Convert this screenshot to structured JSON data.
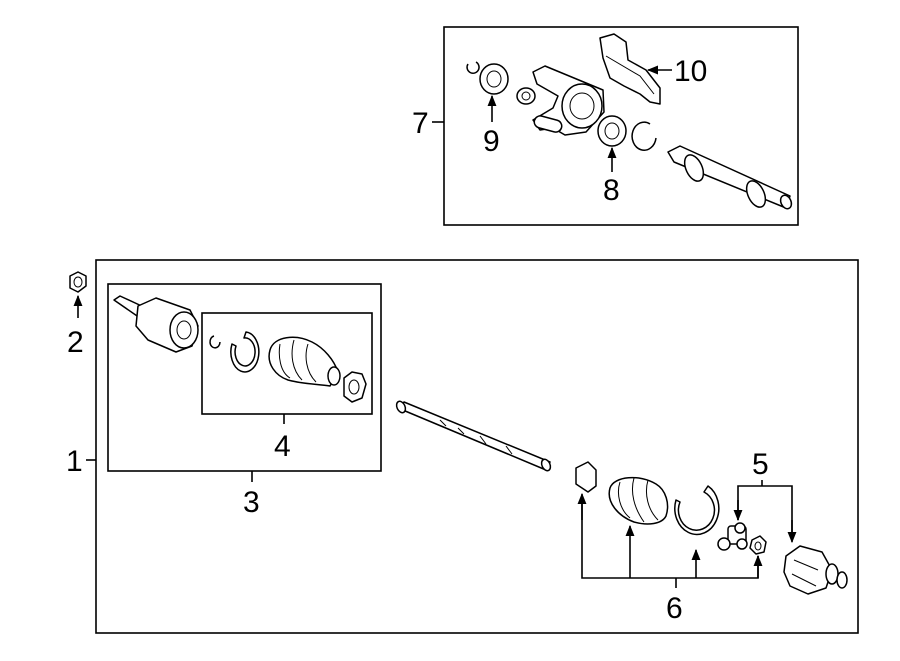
{
  "callouts": {
    "c1": "1",
    "c2": "2",
    "c3": "3",
    "c4": "4",
    "c5": "5",
    "c6": "6",
    "c7": "7",
    "c8": "8",
    "c9": "9",
    "c10": "10"
  },
  "colors": {
    "line": "#000000",
    "background": "#ffffff",
    "shade": "#d8d8d8"
  }
}
